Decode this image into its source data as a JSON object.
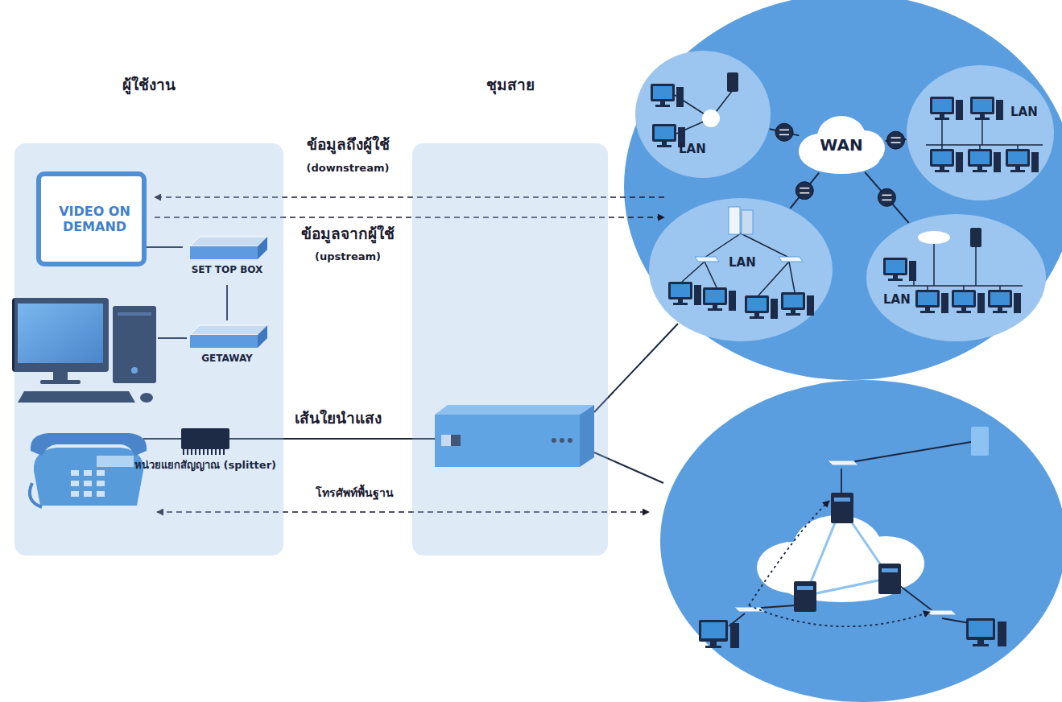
{
  "diagram": {
    "nodes": [
      {
        "text": [
          "ผู้ใช้งาน"
        ]
      },
      {
        "text": [
          "ชุมสาย"
        ]
      },
      {
        "text": [
          "VIDEO ON DEMAND"
        ],
        "in": 0
      },
      {
        "text": [
          "SET TOP BOX"
        ],
        "in": 0
      },
      {
        "text": [
          "GETAWAY"
        ],
        "in": 0
      },
      {
        "text": [
          "หน่วยแยกสัญญาณ (splitter)"
        ],
        "in": 0
      },
      {
        "text": [
          "WAN"
        ]
      },
      {
        "text": [
          "LAN"
        ]
      },
      {
        "text": [
          "LAN"
        ]
      },
      {
        "text": [
          "LAN"
        ]
      },
      {
        "text": [
          "LAN"
        ]
      }
    ],
    "edges": [
      {
        "from": 2,
        "to": 3,
        "arrow": "none"
      },
      {
        "from": 3,
        "to": 4,
        "arrow": "none"
      },
      {
        "from": 7,
        "to": 6,
        "arrow": "none"
      },
      {
        "from": 8,
        "to": 6,
        "arrow": "none"
      },
      {
        "from": 9,
        "to": 6,
        "arrow": "none"
      },
      {
        "from": 10,
        "to": 6,
        "arrow": "none"
      }
    ],
    "labels": [
      "ข้อมูลถึงผู้ใช้",
      "(downstream)",
      "ข้อมูลจากผู้ใช้",
      "(upstream)",
      "เส้นใยนำแสง",
      "โทรศัพท์พื้นฐาน"
    ]
  }
}
